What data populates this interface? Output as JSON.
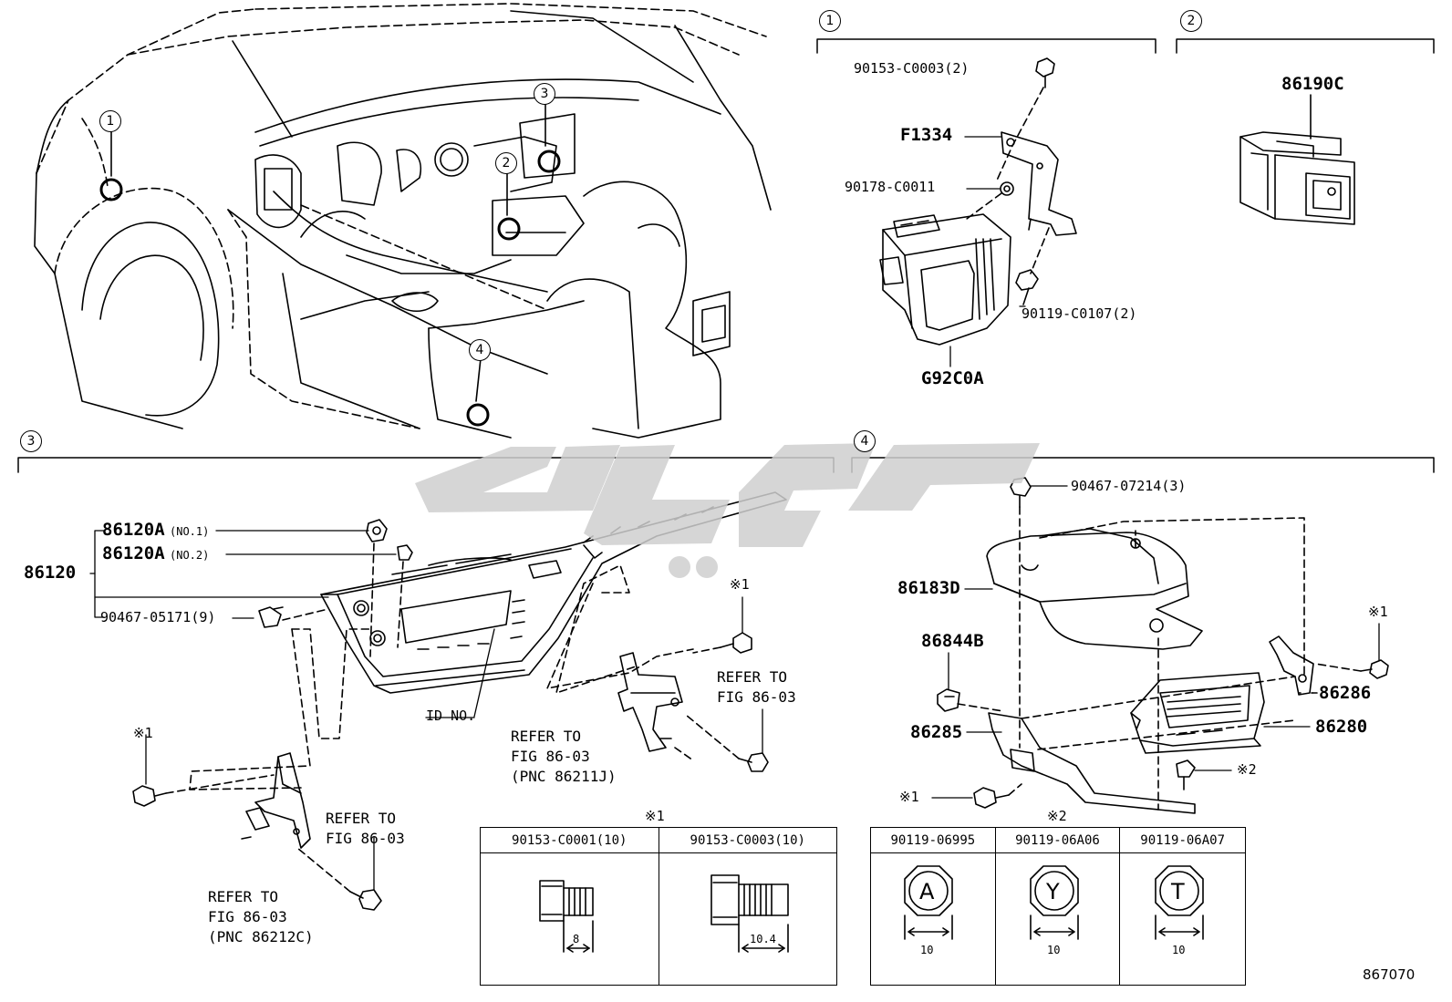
{
  "sections": [
    {
      "num": "1"
    },
    {
      "num": "2"
    },
    {
      "num": "3"
    },
    {
      "num": "4"
    }
  ],
  "car_markers": [
    "1",
    "2",
    "3",
    "4"
  ],
  "sec1": {
    "labels": [
      "90153-C0003(2)",
      "F1334",
      "90178-C0011",
      "90119-C0107(2)",
      "G92C0A"
    ]
  },
  "sec2": {
    "label": "86190C"
  },
  "sec3": {
    "parent": "86120",
    "sub1_part": "86120A",
    "sub1_note": "(NO.1)",
    "sub2_part": "86120A",
    "sub2_note": "(NO.2)",
    "screw": "90467-05171(9)",
    "id_no": "ID NO.",
    "ref_a": [
      "REFER TO",
      "FIG 86-03"
    ],
    "ref_b": [
      "REFER TO",
      "FIG 86-03",
      "(PNC 86211J)"
    ],
    "ref_c": [
      "REFER TO",
      "FIG 86-03"
    ],
    "ref_d": [
      "REFER TO",
      "FIG 86-03",
      "(PNC 86212C)"
    ],
    "mark1": "※1",
    "mark2": "※1"
  },
  "sec4": {
    "labels": [
      "90467-07214(3)",
      "86183D",
      "86844B",
      "86285",
      "86286",
      "86280"
    ],
    "mark_a": "※1",
    "mark_b": "※1",
    "mark_c": "※2"
  },
  "table1": {
    "mark": "※1",
    "headers": [
      "90153-C0001(10)",
      "90153-C0003(10)"
    ],
    "dims": [
      "8",
      "10.4"
    ]
  },
  "table2": {
    "mark": "※2",
    "headers": [
      "90119-06995",
      "90119-06A06",
      "90119-06A07"
    ],
    "letters": [
      "A",
      "Y",
      "T"
    ],
    "dims": [
      "10",
      "10",
      "10"
    ]
  },
  "figure_number": "867070"
}
